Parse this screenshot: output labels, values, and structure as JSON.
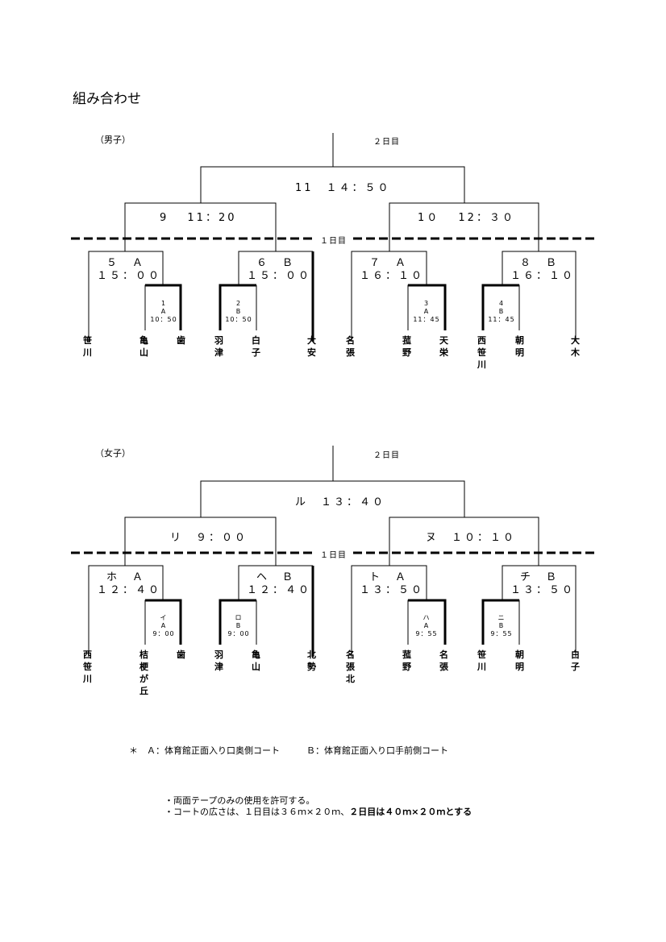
{
  "title": "組み合わせ",
  "boys": {
    "label": "（男子）",
    "day2": "２日目",
    "day1": "１日目",
    "final": "11　１４：５０",
    "semi_left": "9　 11：20",
    "semi_right": "1０　 12：３０",
    "q5": [
      "５　Ａ",
      "１５：００"
    ],
    "q6": [
      "６　Ｂ",
      "１５：００"
    ],
    "q7": [
      "７　Ａ",
      "１６：１０"
    ],
    "q8": [
      "８　Ｂ",
      "１６：１０"
    ],
    "r1": [
      "1",
      "A",
      "10：50"
    ],
    "r2": [
      "2",
      "B",
      "10：50"
    ],
    "r3": [
      "3",
      "A",
      "11：45"
    ],
    "r4": [
      "4",
      "B",
      "11：45"
    ],
    "teams": [
      "笹\n川",
      "亀\n山",
      "歯",
      "羽\n津",
      "白\n子",
      "大\n安",
      "名\n張",
      "菰\n野",
      "天\n栄",
      "西\n笹\n川",
      "朝\n明",
      "大\n木"
    ]
  },
  "girls": {
    "label": "（女子）",
    "day2": "２日目",
    "day1": "１日目",
    "final": "ル　１３：４０",
    "semi_left": "リ　９：００",
    "semi_right": "ヌ　１０：１０",
    "q5": [
      "ホ　Ａ",
      "１２：４０"
    ],
    "q6": [
      "ヘ　Ｂ",
      "１２：４０"
    ],
    "q7": [
      "ト　Ａ",
      "１３：５０"
    ],
    "q8": [
      "チ　Ｂ",
      "１３：５０"
    ],
    "r1": [
      "イ",
      "A",
      "9：00"
    ],
    "r2": [
      "ロ",
      "B",
      "9：00"
    ],
    "r3": [
      "ハ",
      "A",
      "9：55"
    ],
    "r4": [
      "ニ",
      "B",
      "9：55"
    ],
    "teams": [
      "西\n笹\n川",
      "桔\n梗\nが\n丘",
      "歯",
      "羽\n津",
      "亀\n山",
      "北\n勢",
      "名\n張\n北",
      "菰\n野",
      "名\n張",
      "笹\n川",
      "朝\n明",
      "白\n子"
    ]
  },
  "legend": "＊　Ａ：体育館正面入り口奥側コート　　　Ｂ：体育館正面入り口手前側コート",
  "notes": {
    "line1": "・両面テープのみの使用を許可する。",
    "line2_normal": "・コートの広さは、１日目は３６ｍ×２０ｍ、",
    "line2_bold": "２日目は４０ｍ×２０ｍとする"
  }
}
